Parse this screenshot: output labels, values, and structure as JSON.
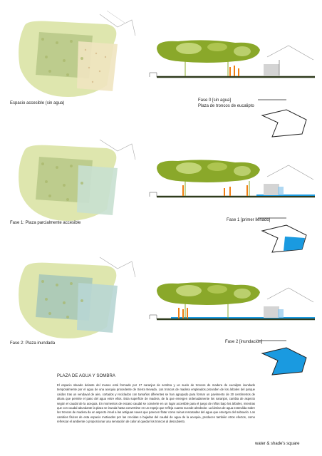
{
  "stages": [
    {
      "plan_caption": "Espacio accesible (sin agua)",
      "fase_title": "Fase 0 [sin agua]",
      "fase_subtitle": "Plaza de troncos de eucalipto",
      "water": "none"
    },
    {
      "plan_caption": "Fase 1: Plaza parcialmente accesible",
      "fase_title": "Fase 1 [primer llenado]",
      "fase_subtitle": "",
      "water": "partial"
    },
    {
      "plan_caption": "Fase 2: Plaza inundada",
      "fase_title": "Fase 2 [inundación]",
      "fase_subtitle": "",
      "water": "full"
    }
  ],
  "text_block": {
    "heading": "PLAZA DE AGUA Y SOMBRA",
    "paragraph": "El espacio situado delante del museo está formado por 17 naranjos de sombra y un suelo de troncos de madera de eucalipto inundado temporalmente por el agua de una acequia procedente de Sierra Nevada. Los troncos de madera empleados proceden de los árboles del parque caídos tras un vendaval de aire, cortados y reciclados con tamaños diferentes se han agrupado para formar un pavimento de 20 centímetros de altura que permite el paso del agua entre ellos. Esta superficie de madera, de la que emergen ordenadamente los naranjos, cambia de aspecto según el caudal de la acequia. En momentos de escaso caudal se convierte en un lugar accesible para el juego de niños bajo los árboles, mientras que con caudal abundante la plaza se inunda hasta convertirse en un espejo que refleja cuanto sucede alrededor. La lámina de agua extendida sobre los troncos de madera da un aspecto irreal a las antiguas naves que parecen flotar como ruinas rescatadas del agua que emergen del subsuelo. Los cambios físicos de esta espacio motivados por las crecidas o bajadas del caudal de agua de la acequia, producen también otros efectos, como refrescar el ambiente o proporcionar una sensación de calor al quedar los troncos al descubierto."
  },
  "footer": "water & shade's square",
  "colors": {
    "canopy": "#8aa82a",
    "canopy_light": "#cfe08a",
    "plan_green": "#c9d68e",
    "water_blue": "#1a9ae0",
    "figure_orange": "#f07e12",
    "ground_dark": "#2e3a1c"
  }
}
